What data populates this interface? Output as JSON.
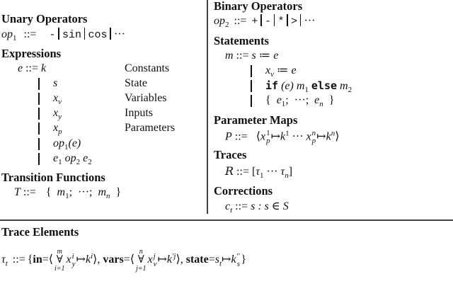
{
  "unary": {
    "title": "Unary Operators",
    "lhs": "op",
    "lhs_sub": "1",
    "def": "::=",
    "ops": [
      "-",
      "sin",
      "cos"
    ],
    "ellipsis": "···"
  },
  "expressions": {
    "title": "Expressions",
    "lhs": "e",
    "def": "::=",
    "rules": [
      {
        "expr": "k",
        "note": "Constants"
      },
      {
        "expr": "s",
        "note": "State"
      },
      {
        "expr": "x",
        "sub": "v",
        "note": "Variables"
      },
      {
        "expr": "x",
        "sub": "y",
        "note": "Inputs"
      },
      {
        "expr": "x",
        "sub": "p",
        "note": "Parameters"
      }
    ],
    "unary_app": {
      "op": "op",
      "sub": "1",
      "arg": "(e)"
    },
    "binary_app": {
      "e1": "e",
      "s1": "1",
      "op": "op",
      "s2": "2",
      "e2": "e",
      "s3": "2"
    }
  },
  "transition": {
    "title": "Transition Functions",
    "lhs": "T",
    "def": "::=",
    "body": [
      "{",
      "m",
      "1",
      ";",
      "···",
      ";",
      "m",
      "n",
      "}"
    ]
  },
  "binary": {
    "title": "Binary Operators",
    "lhs": "op",
    "lhs_sub": "2",
    "def": "::=",
    "ops": [
      "+",
      "-",
      "*",
      ">"
    ],
    "ellipsis": "···"
  },
  "statements": {
    "title": "Statements",
    "lhs": "m",
    "def": "::=",
    "assign": "≔",
    "kw_if": "if",
    "kw_else": "else"
  },
  "param_maps": {
    "title": "Parameter Maps",
    "lhs": "P",
    "def": "::="
  },
  "traces": {
    "title": "Traces",
    "lhs": "R",
    "def": "::="
  },
  "corrections": {
    "title": "Corrections",
    "lhs": "c",
    "lhs_sub": "t",
    "def": "::=",
    "body": "s : s ∈ S"
  },
  "trace_elements": {
    "title": "Trace Elements",
    "lhs": "τ",
    "lhs_sub": "t",
    "def": "::=",
    "in_label": "in",
    "vars_label": "vars",
    "state_label": "state"
  }
}
